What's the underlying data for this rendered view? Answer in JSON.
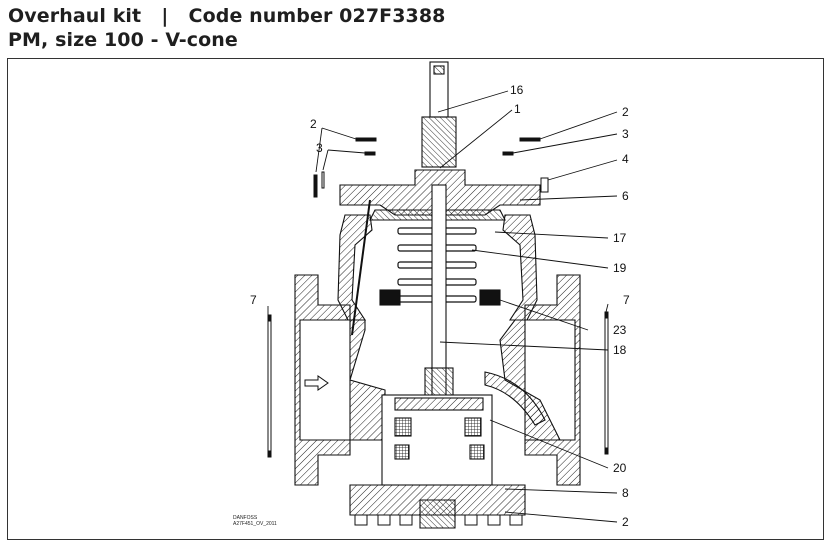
{
  "header": {
    "title_line1": "Overhaul kit   |   Code number 027F3388",
    "title_line2": "PM, size 100 - V-cone"
  },
  "callouts": {
    "c16": "16",
    "c1": "1",
    "c2_left": "2",
    "c3_left": "3",
    "c2_right": "2",
    "c3_right": "3",
    "c4": "4",
    "c6": "6",
    "c17": "17",
    "c19": "19",
    "c7_left": "7",
    "c7_right": "7",
    "c23": "23",
    "c18": "18",
    "c20": "20",
    "c8": "8",
    "c2_bottom": "2"
  },
  "drawing_ref": {
    "line1": "DANFOSS",
    "line2": "A27F451_OV_2011"
  }
}
